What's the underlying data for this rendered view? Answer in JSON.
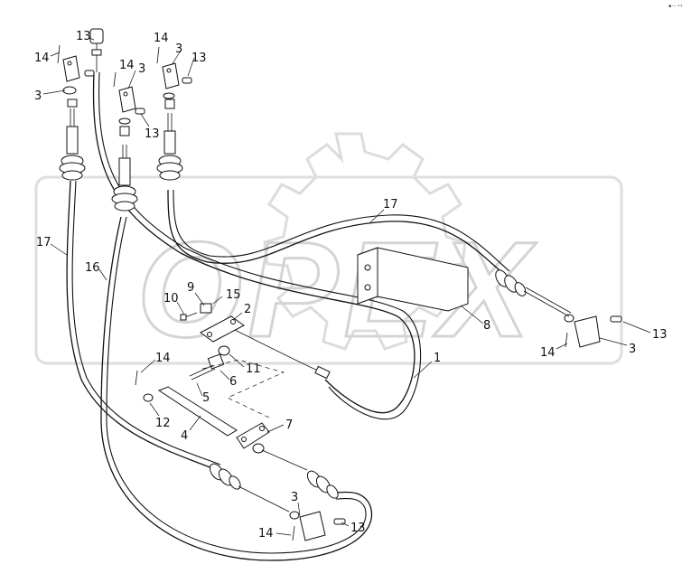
{
  "watermark": {
    "text": "OPEX",
    "color": "#d9d9d9"
  },
  "corner_mark": "▪— ••",
  "callouts": [
    {
      "id": "c14a",
      "label": "14"
    },
    {
      "id": "c13a",
      "label": "13"
    },
    {
      "id": "c14b",
      "label": "14"
    },
    {
      "id": "c3a",
      "label": "3"
    },
    {
      "id": "c3b",
      "label": "3"
    },
    {
      "id": "c3c",
      "label": "3"
    },
    {
      "id": "c14c",
      "label": "14"
    },
    {
      "id": "c13b",
      "label": "13"
    },
    {
      "id": "c13c",
      "label": "13"
    },
    {
      "id": "c17a",
      "label": "17"
    },
    {
      "id": "c16",
      "label": "16"
    },
    {
      "id": "c17b",
      "label": "17"
    },
    {
      "id": "c8",
      "label": "8"
    },
    {
      "id": "c13d",
      "label": "13"
    },
    {
      "id": "c3d",
      "label": "3"
    },
    {
      "id": "c14d",
      "label": "14"
    },
    {
      "id": "c10",
      "label": "10"
    },
    {
      "id": "c9",
      "label": "9"
    },
    {
      "id": "c15",
      "label": "15"
    },
    {
      "id": "c2",
      "label": "2"
    },
    {
      "id": "c1",
      "label": "1"
    },
    {
      "id": "c14e",
      "label": "14"
    },
    {
      "id": "c6",
      "label": "6"
    },
    {
      "id": "c11",
      "label": "11"
    },
    {
      "id": "c5",
      "label": "5"
    },
    {
      "id": "c12",
      "label": "12"
    },
    {
      "id": "c4",
      "label": "4"
    },
    {
      "id": "c7",
      "label": "7"
    },
    {
      "id": "c3e",
      "label": "3"
    },
    {
      "id": "c14f",
      "label": "14"
    },
    {
      "id": "c13e",
      "label": "13"
    }
  ]
}
